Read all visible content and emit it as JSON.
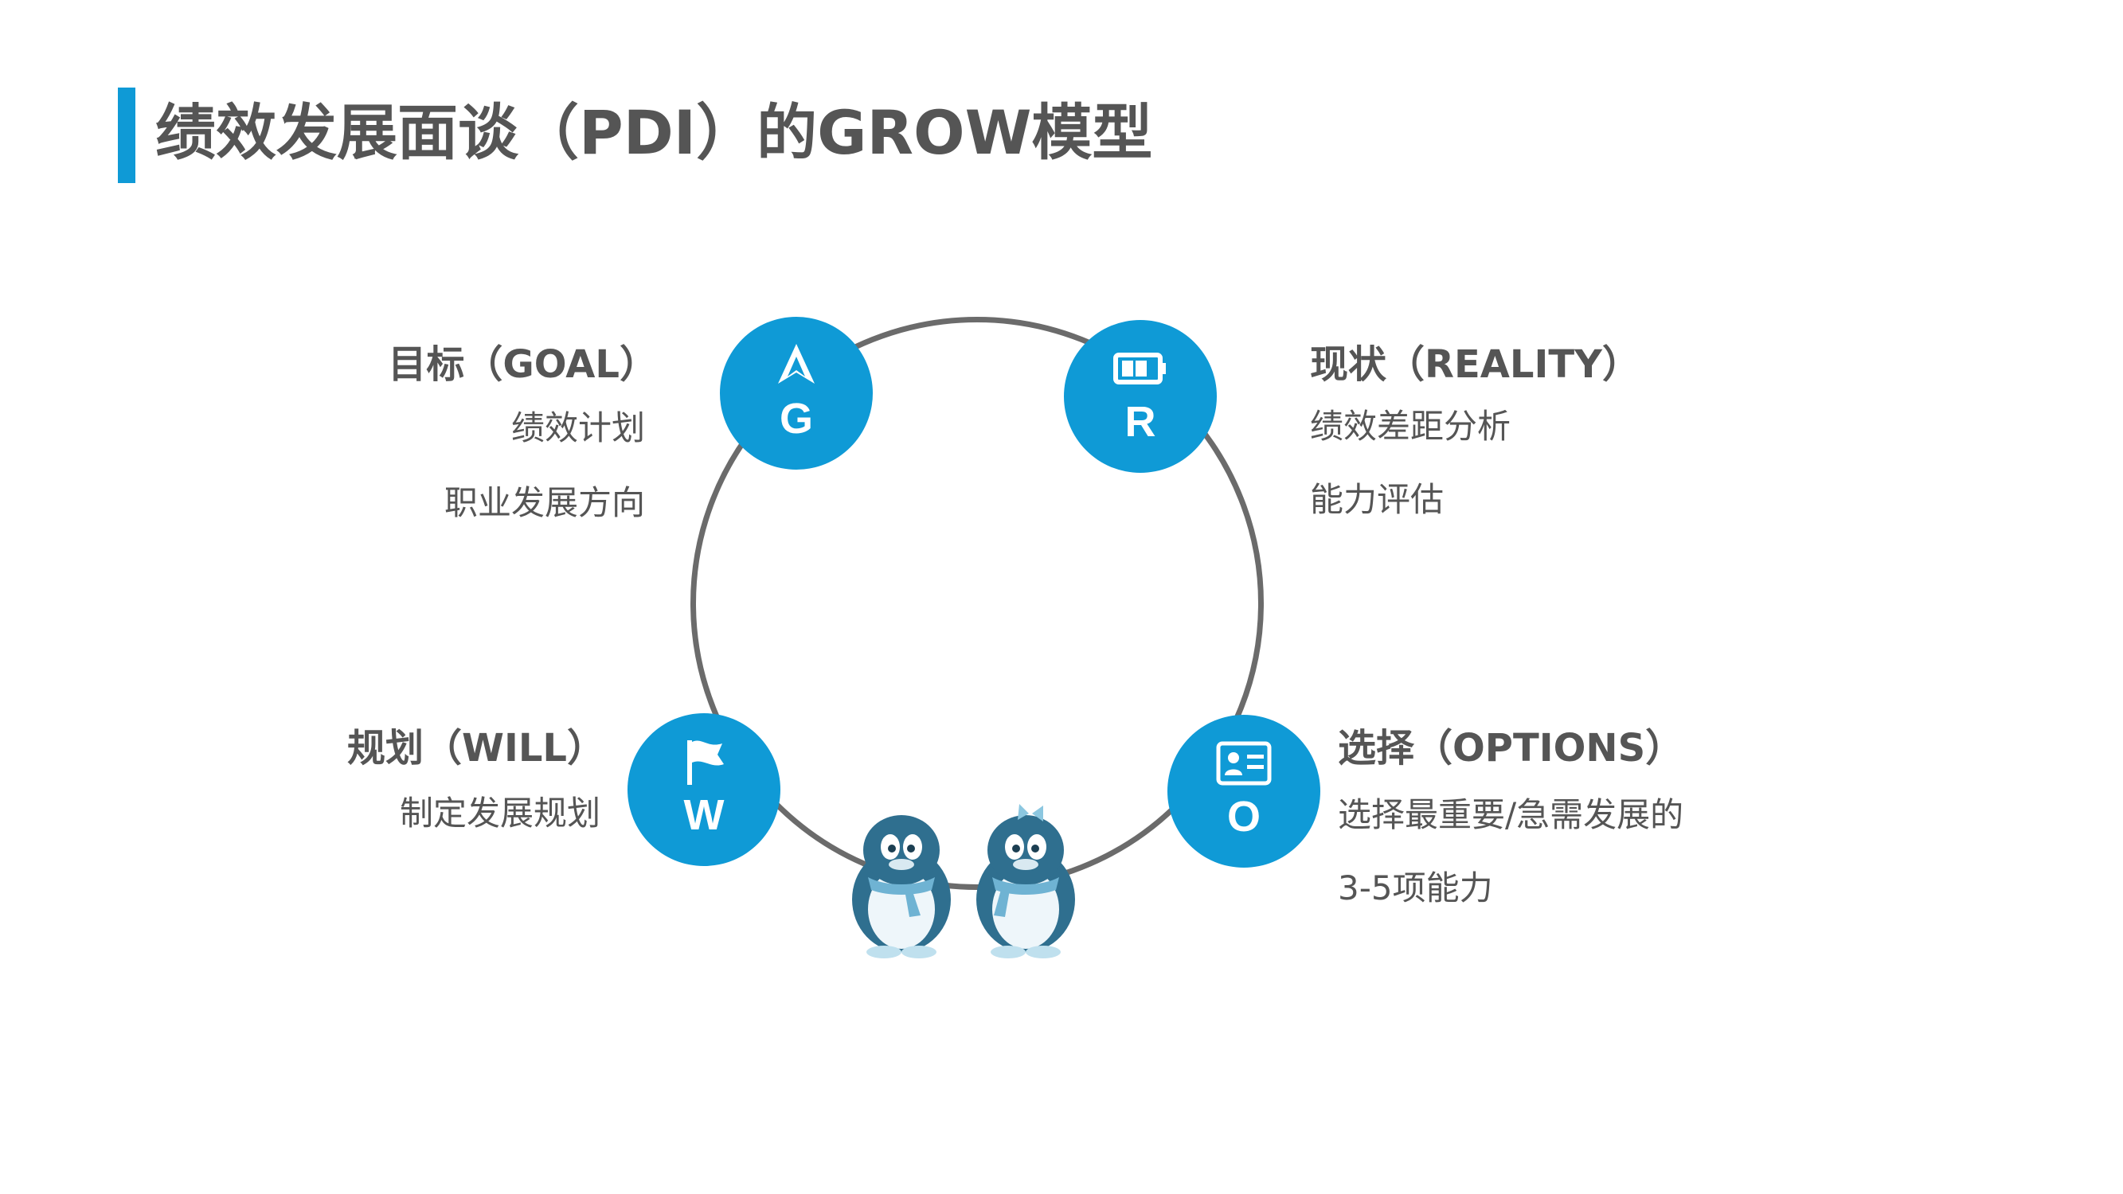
{
  "header": {
    "title": "绩效发展面谈（PDI）的GROW模型"
  },
  "colors": {
    "accent": "#0f9ad6",
    "ring": "#6b6b6b",
    "text": "#555555"
  },
  "nodes": {
    "goal": {
      "letter": "G",
      "icon": "navigation-arrow-icon"
    },
    "reality": {
      "letter": "R",
      "icon": "battery-icon"
    },
    "will": {
      "letter": "W",
      "icon": "flag-icon"
    },
    "options": {
      "letter": "O",
      "icon": "id-card-icon"
    }
  },
  "labels": {
    "goal": {
      "title": "目标（GOAL）",
      "lines": [
        "绩效计划",
        "职业发展方向"
      ]
    },
    "reality": {
      "title": "现状（REALITY）",
      "lines": [
        "绩效差距分析",
        "能力评估"
      ]
    },
    "will": {
      "title": "规划（WILL）",
      "lines": [
        "制定发展规划"
      ]
    },
    "options": {
      "title": "选择（OPTIONS）",
      "lines": [
        "选择最重要/急需发展的",
        "3-5项能力"
      ]
    }
  },
  "illustration": {
    "icon": "penguin-couple-icon"
  }
}
